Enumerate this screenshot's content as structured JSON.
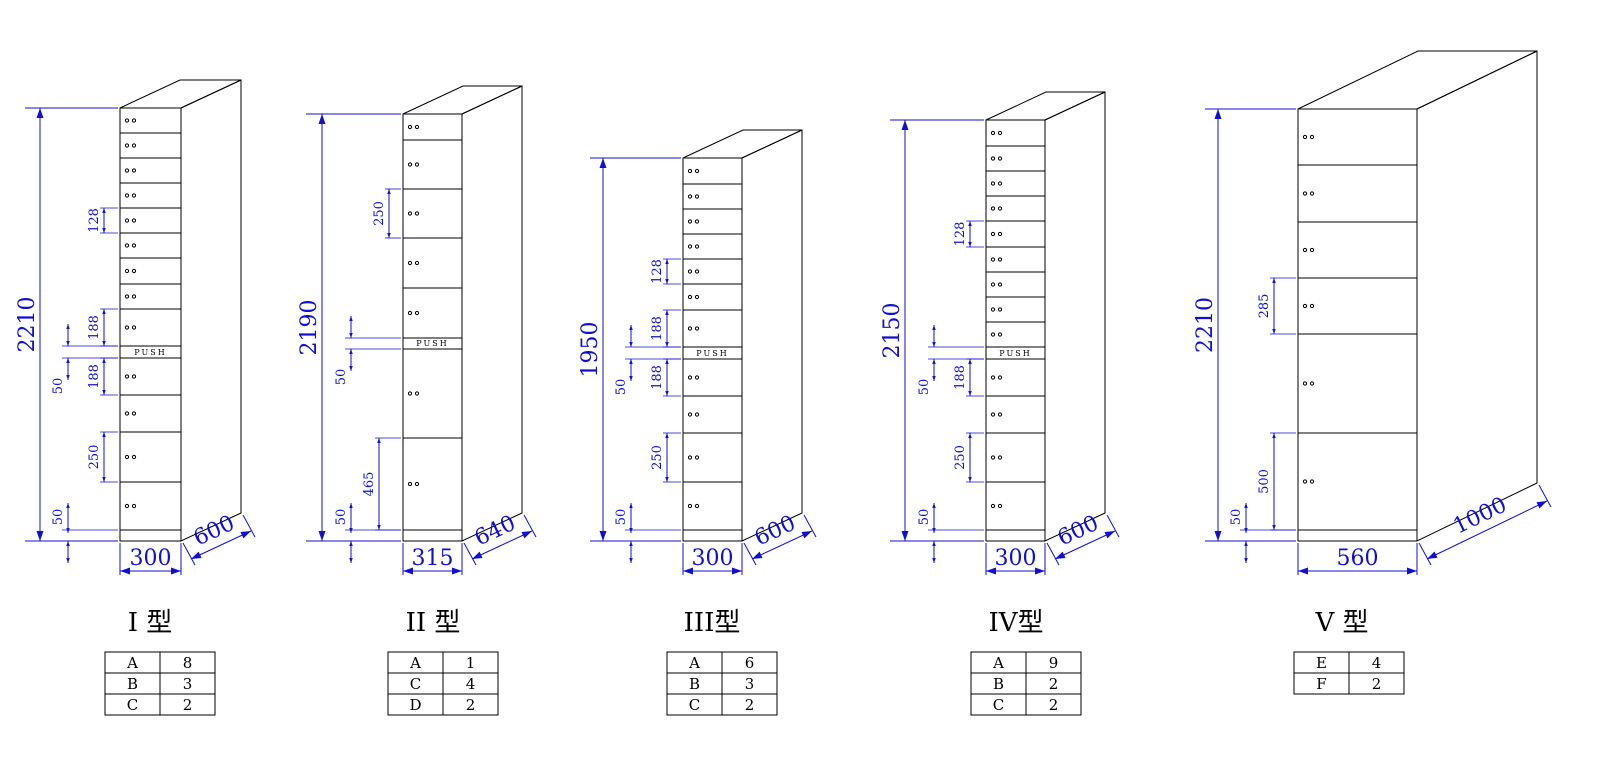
{
  "dim_color": "#1010d0",
  "line_color": "#000000",
  "lockers": [
    {
      "title": "I 型",
      "height": "2210",
      "width": "300",
      "depth": "600",
      "dims": {
        "top": "128",
        "mid_upper": "188",
        "push": "50",
        "mid_lower": "188",
        "bottom_door": "250",
        "base": "50"
      },
      "push_label": "PUSH",
      "table": [
        [
          "A",
          "8"
        ],
        [
          "B",
          "3"
        ],
        [
          "C",
          "2"
        ]
      ]
    },
    {
      "title": "II 型",
      "height": "2190",
      "width": "315",
      "depth": "640",
      "dims": {
        "top": "250",
        "push": "50",
        "bottom_door": "465",
        "base": "50"
      },
      "push_label": "PUSH",
      "table": [
        [
          "A",
          "1"
        ],
        [
          "C",
          "4"
        ],
        [
          "D",
          "2"
        ]
      ]
    },
    {
      "title": "III型",
      "height": "1950",
      "width": "300",
      "depth": "600",
      "dims": {
        "top": "128",
        "mid_upper": "188",
        "push": "50",
        "mid_lower": "188",
        "bottom_door": "250",
        "base": "50"
      },
      "push_label": "PUSH",
      "table": [
        [
          "A",
          "6"
        ],
        [
          "B",
          "3"
        ],
        [
          "C",
          "2"
        ]
      ]
    },
    {
      "title": "IV型",
      "height": "2150",
      "width": "300",
      "depth": "600",
      "dims": {
        "top": "128",
        "push": "50",
        "mid_lower": "188",
        "bottom_door": "250",
        "base": "50"
      },
      "push_label": "PUSH",
      "table": [
        [
          "A",
          "9"
        ],
        [
          "B",
          "2"
        ],
        [
          "C",
          "2"
        ]
      ]
    },
    {
      "title": "V 型",
      "height": "2210",
      "width": "560",
      "depth": "1000",
      "dims": {
        "top": "285",
        "bottom_door": "500",
        "base": "50"
      },
      "table": [
        [
          "E",
          "4"
        ],
        [
          "F",
          "2"
        ]
      ]
    }
  ]
}
